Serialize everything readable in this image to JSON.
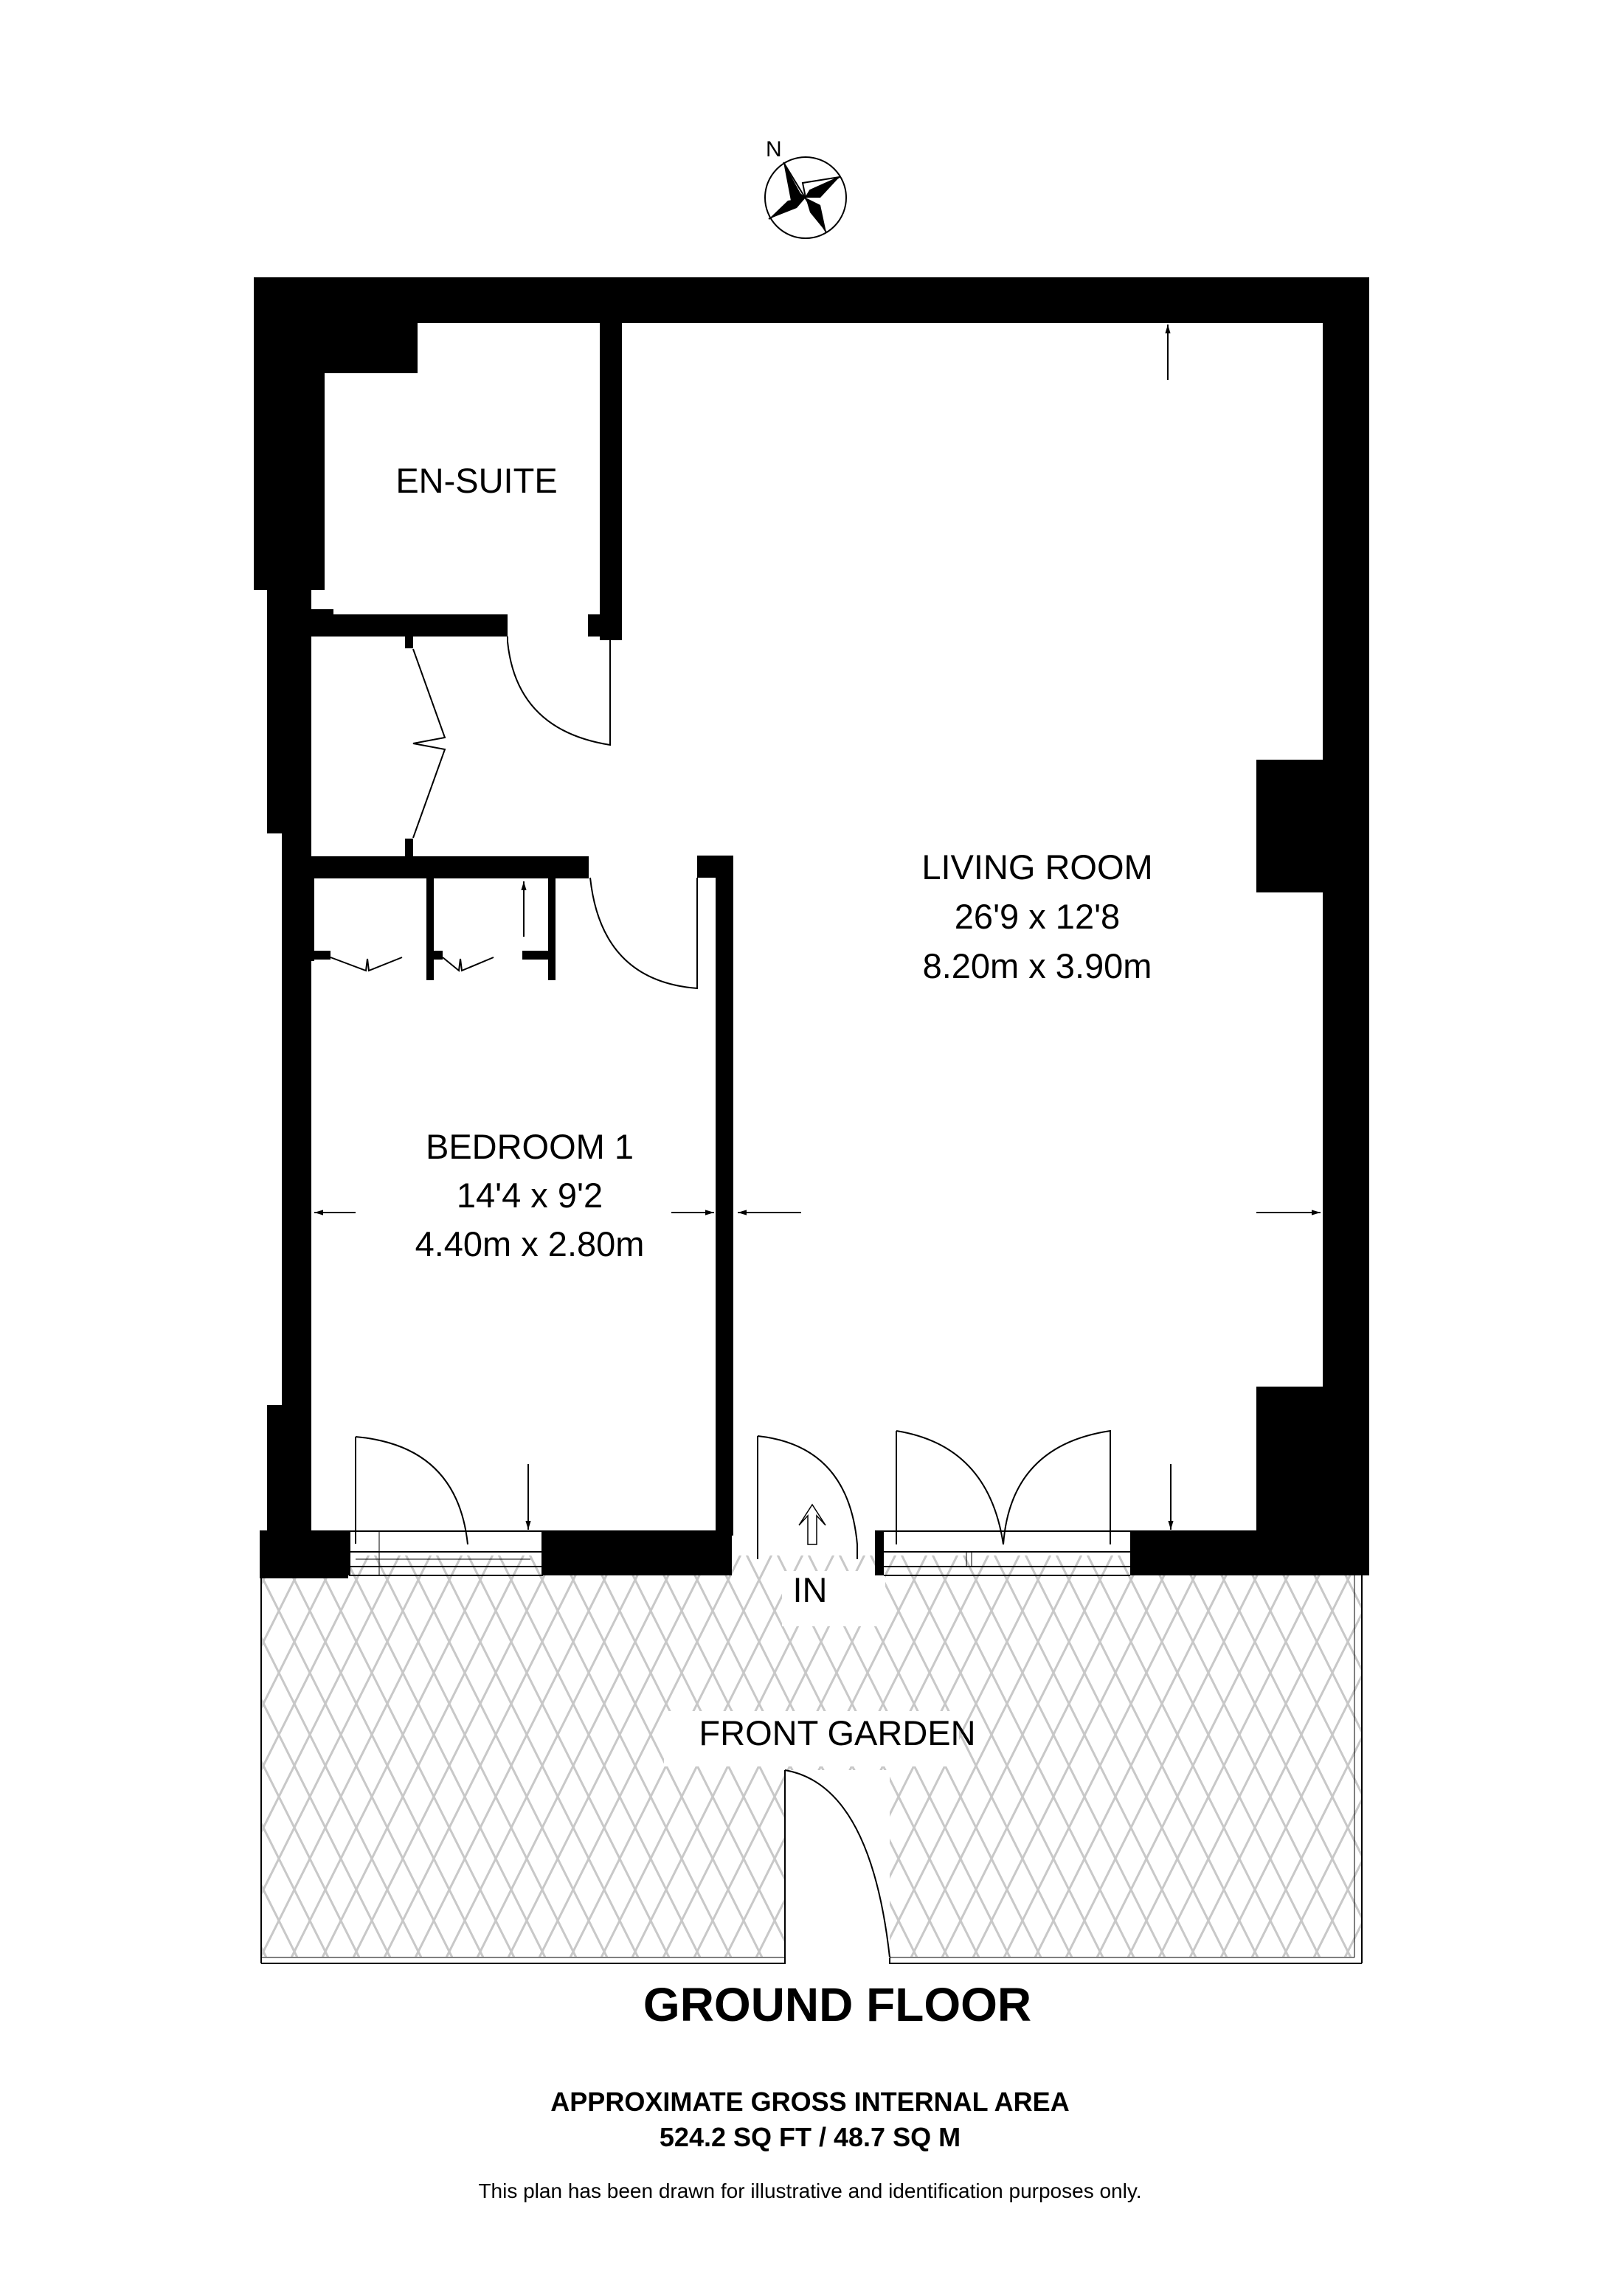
{
  "compass": {
    "label": "N",
    "icon": "compass-rose-icon"
  },
  "rooms": [
    {
      "name": "EN-SUITE"
    },
    {
      "name": "LIVING ROOM",
      "imperial": "26'9 x 12'8",
      "metric": "8.20m x 3.90m"
    },
    {
      "name": "BEDROOM 1",
      "imperial": "14'4 x 9'2",
      "metric": "4.40m x 2.80m"
    },
    {
      "name": "FRONT GARDEN"
    }
  ],
  "entrance": {
    "label": "IN",
    "icon": "entrance-arrow-icon"
  },
  "footer": {
    "floor_title": "GROUND FLOOR",
    "area_heading": "APPROXIMATE GROSS INTERNAL AREA",
    "area_value": "524.2 SQ FT / 48.7 SQ M",
    "disclaimer": "This plan has been drawn for illustrative and identification purposes only."
  },
  "colors": {
    "wall": "#000000",
    "hatch": "#c8c8c8",
    "background": "#ffffff"
  }
}
